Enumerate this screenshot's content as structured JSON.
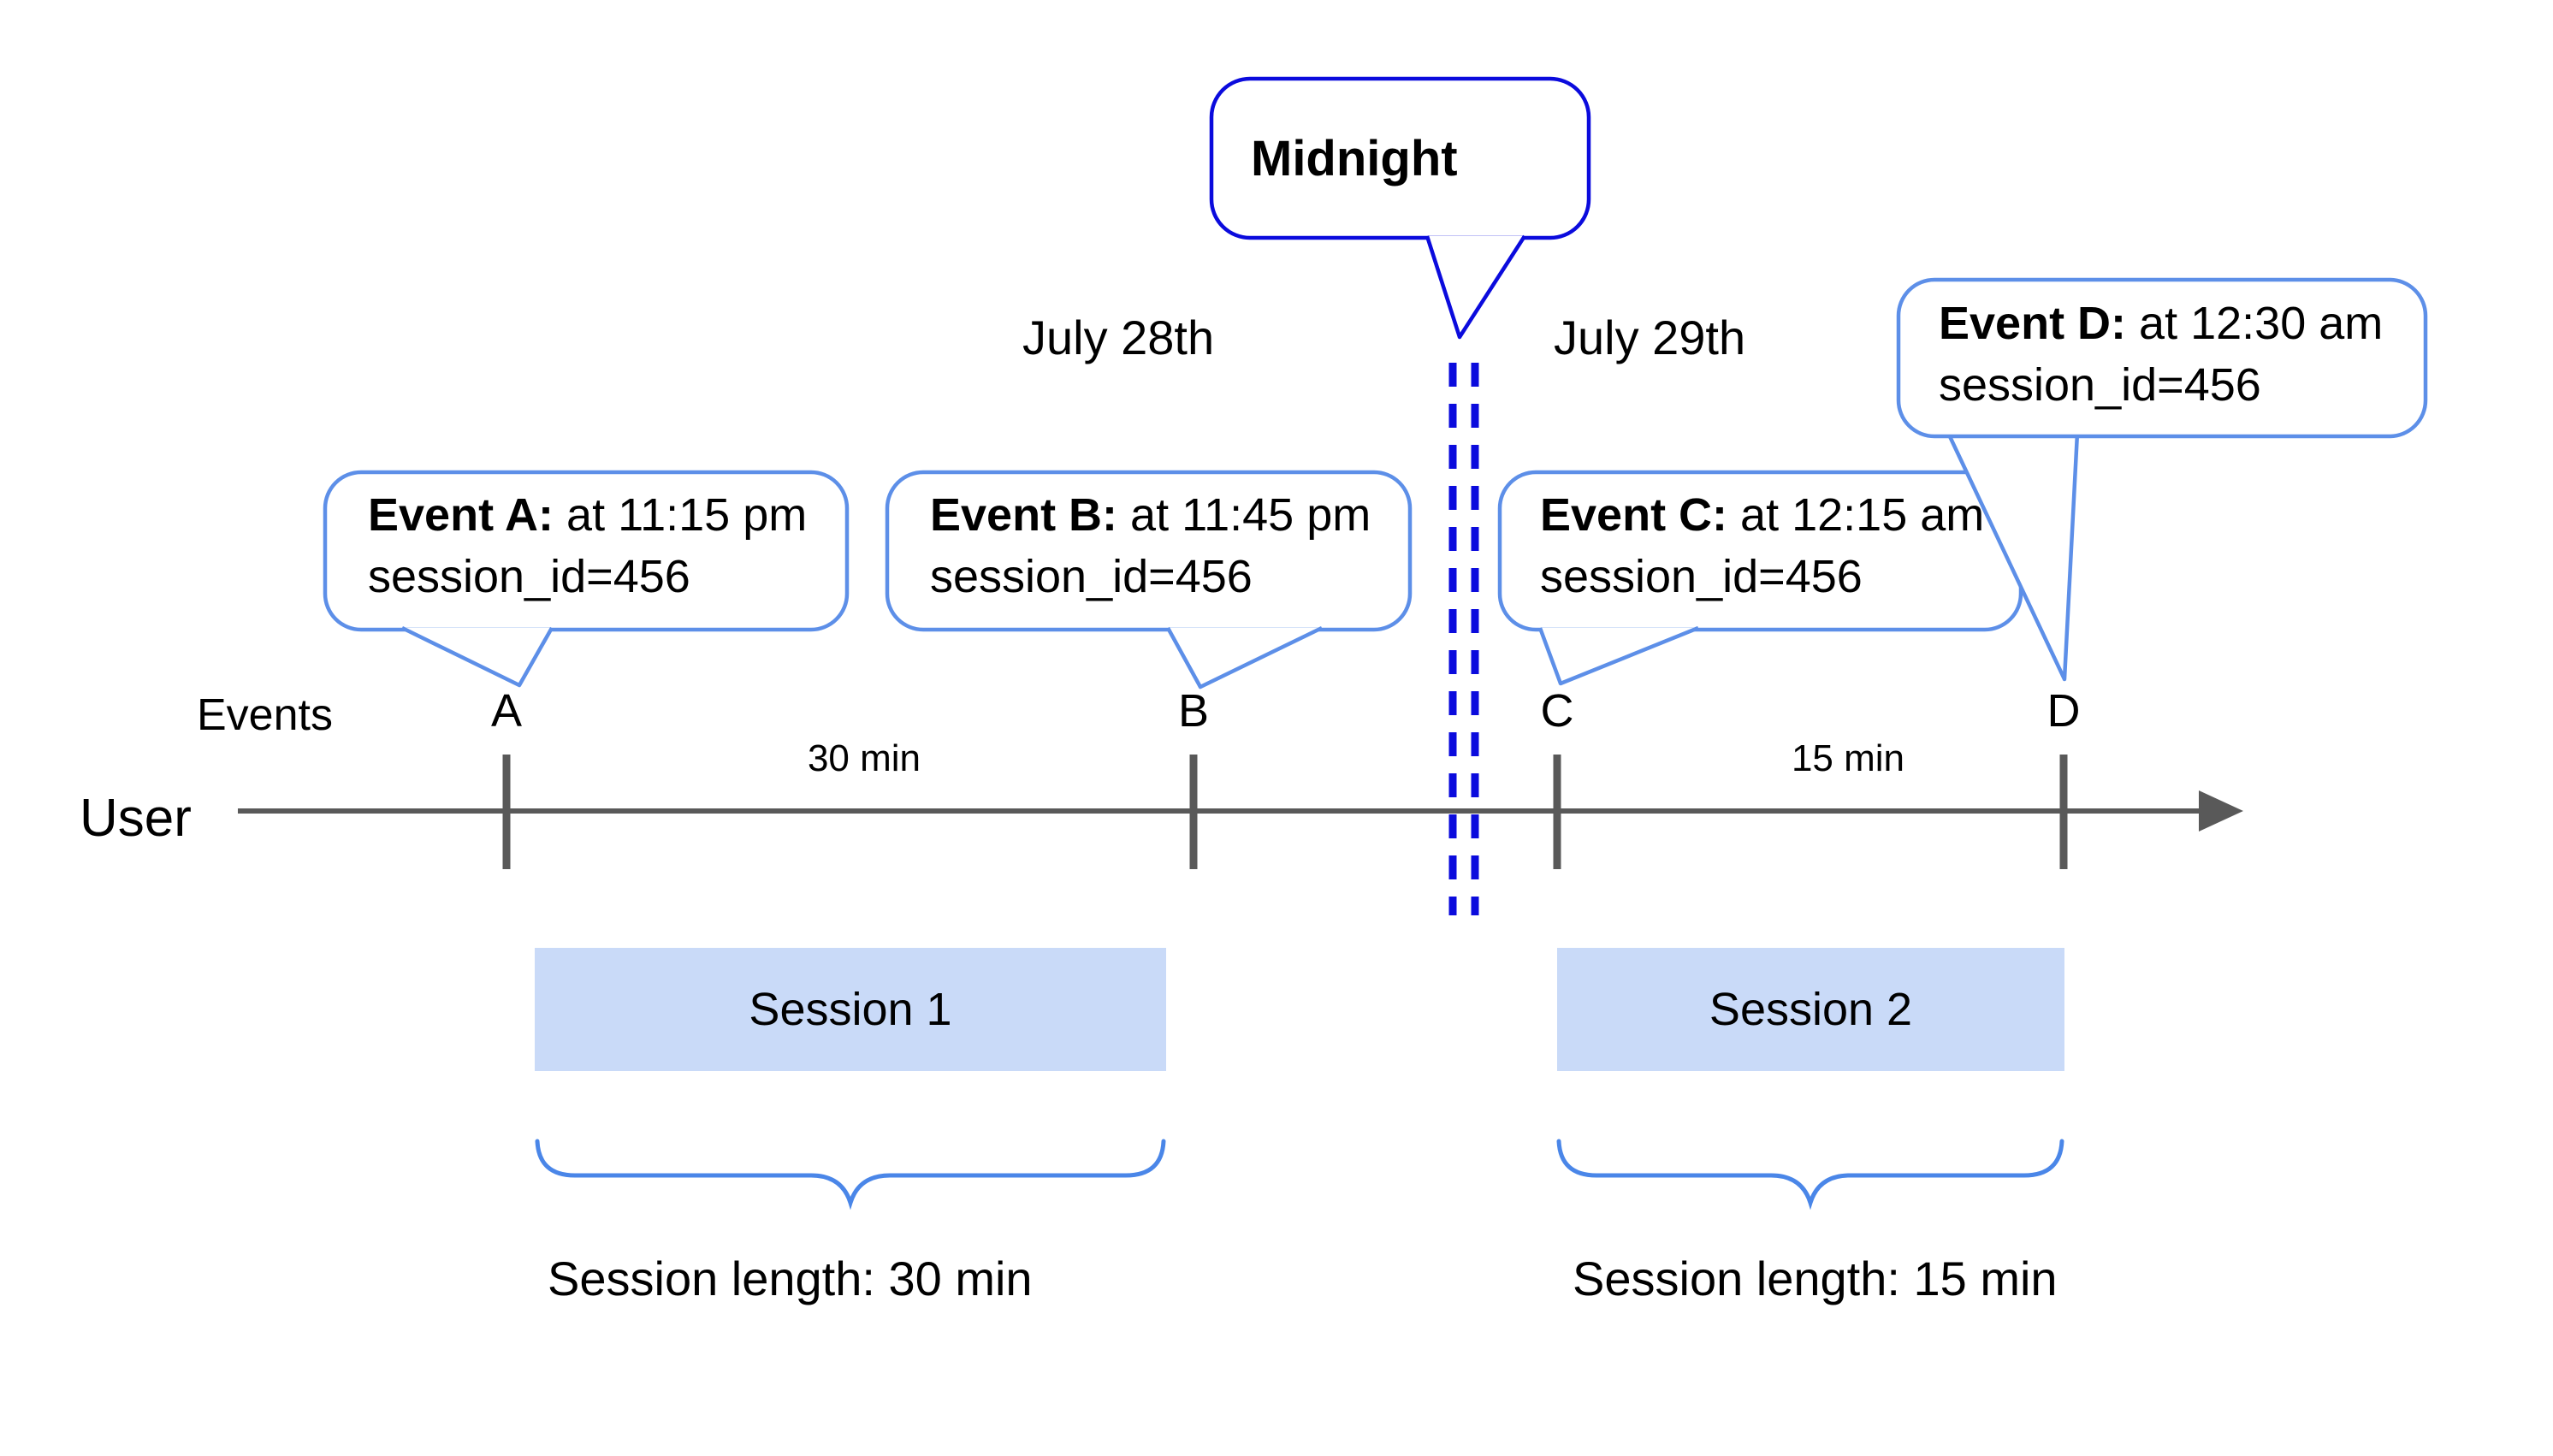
{
  "colors": {
    "strong_blue": "#0b0bdd",
    "callout_border_blue": "#5d8fe8",
    "brace_blue": "#4a86e8",
    "timeline_gray": "#595959",
    "session_fill": "#c9daf8",
    "text_black": "#000000"
  },
  "axis": {
    "events_label": "Events",
    "user_label": "User"
  },
  "dates": {
    "before_midnight": "July 28th",
    "after_midnight": "July 29th"
  },
  "midnight": {
    "label": "Midnight"
  },
  "events": [
    {
      "tick": "A",
      "bold": "Event A:",
      "rest": " at 11:15 pm",
      "line2": "session_id=456"
    },
    {
      "tick": "B",
      "bold": "Event B:",
      "rest": " at 11:45 pm",
      "line2": "session_id=456"
    },
    {
      "tick": "C",
      "bold": "Event C:",
      "rest": " at 12:15 am",
      "line2": "session_id=456"
    },
    {
      "tick": "D",
      "bold": "Event D:",
      "rest": " at 12:30 am",
      "line2": "session_id=456"
    }
  ],
  "intervals": {
    "first": "30 min",
    "second": "15 min"
  },
  "sessions": [
    {
      "label": "Session 1",
      "length": "Session length: 30 min"
    },
    {
      "label": "Session 2",
      "length": "Session length: 15 min"
    }
  ]
}
